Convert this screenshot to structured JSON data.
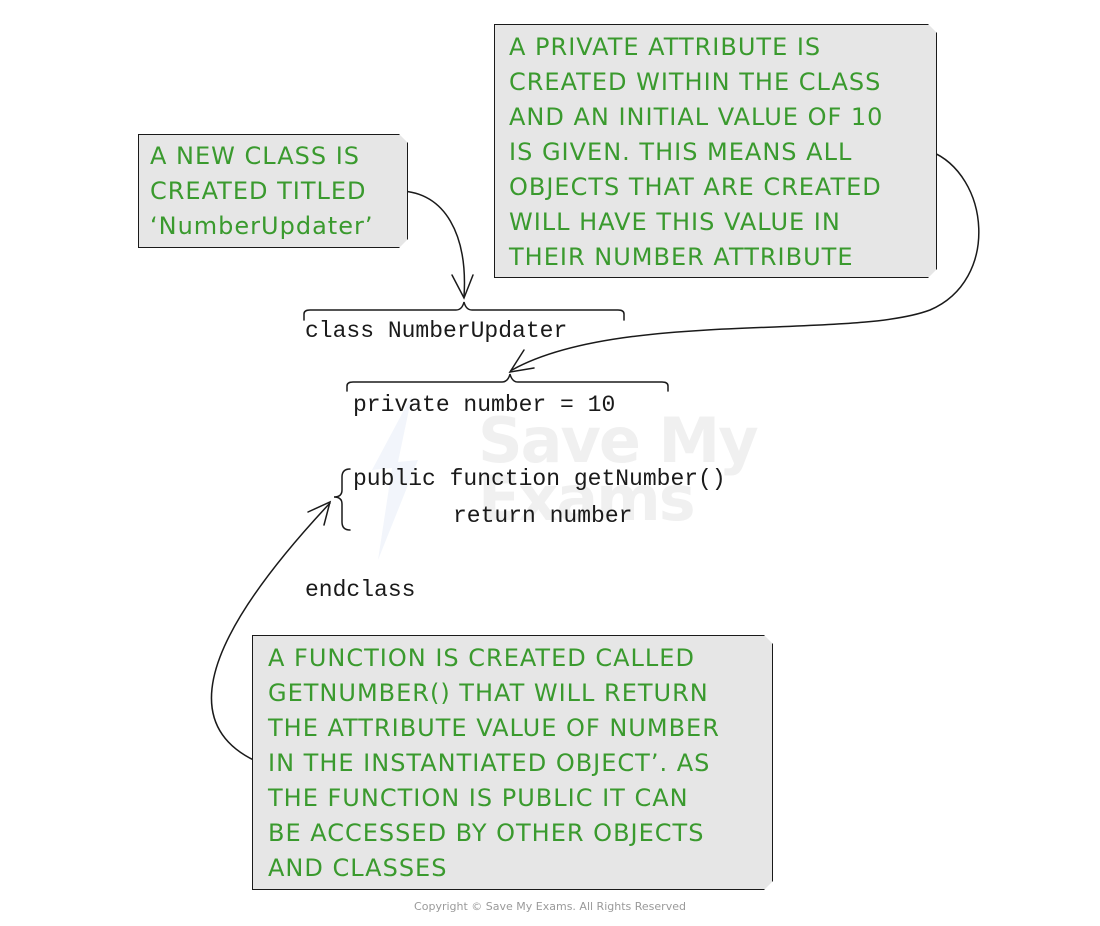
{
  "code": {
    "class_line": "class NumberUpdater",
    "attribute_line": "private number = 10",
    "function_line": "public function getNumber()",
    "return_line": "return number",
    "end_line": "endclass"
  },
  "notes": {
    "class_note": {
      "lines": [
        "A NEW CLASS IS",
        "CREATED TITLED",
        "‘NumberUpdater’"
      ]
    },
    "attribute_note": {
      "lines": [
        "A PRIVATE ATTRIBUTE IS",
        "CREATED WITHIN THE CLASS",
        "AND AN INITIAL VALUE OF 10",
        "IS GIVEN. THIS MEANS ALL",
        "OBJECTS THAT ARE CREATED",
        "WILL HAVE THIS VALUE IN",
        "THEIR NUMBER ATTRIBUTE"
      ]
    },
    "function_note": {
      "lines": [
        "A FUNCTION IS CREATED CALLED",
        "GETNUMBER() THAT WILL RETURN",
        "THE ATTRIBUTE VALUE OF NUMBER",
        "IN THE INSTANTIATED OBJECT’. AS",
        "THE FUNCTION IS PUBLIC IT CAN",
        "BE ACCESSED BY OTHER OBJECTS",
        "AND CLASSES"
      ]
    }
  },
  "watermark": {
    "line1": "Save My",
    "line2": "Exams"
  },
  "copyright": "Copyright © Save My Exams. All Rights Reserved",
  "colors": {
    "note_text": "#3a9a2e",
    "note_fill": "#e6e6e6",
    "ink": "#1a1a1a"
  }
}
